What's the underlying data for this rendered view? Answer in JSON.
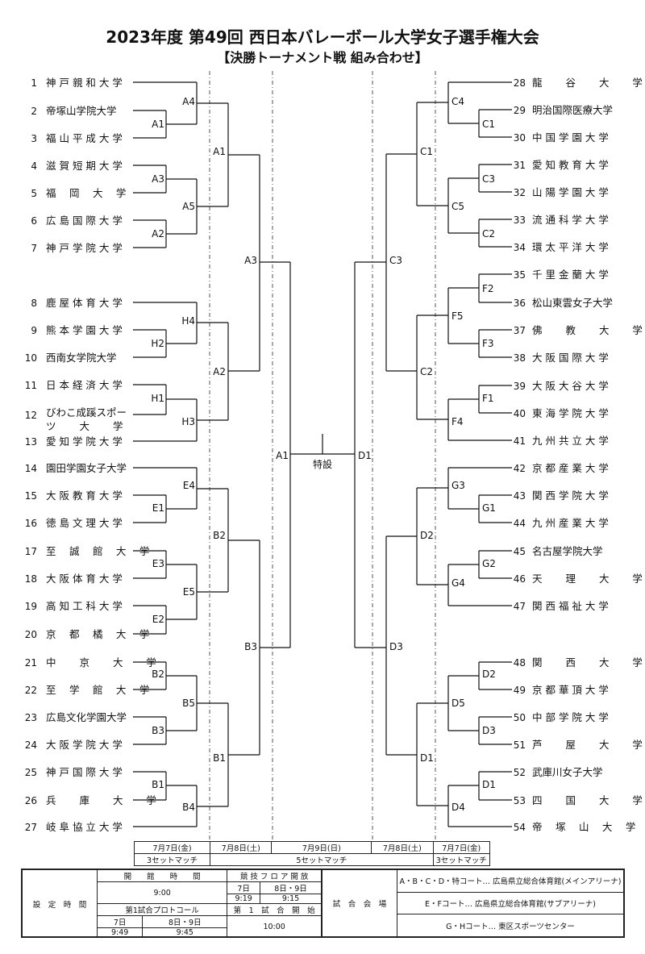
{
  "title": "2023年度 第49回 西日本バレーボール大学女子選手権大会",
  "subtitle": "【決勝トーナメント戦 組み合わせ】",
  "left_teams": [
    {
      "no": "1",
      "name": "神 戸 親 和 大 学"
    },
    {
      "no": "2",
      "name": "帝塚山学院大学"
    },
    {
      "no": "3",
      "name": "福 山 平 成 大 学"
    },
    {
      "no": "4",
      "name": "滋 賀 短 期 大 学"
    },
    {
      "no": "5",
      "name": "福　 岡　 大　 学"
    },
    {
      "no": "6",
      "name": "広 島 国 際 大 学"
    },
    {
      "no": "7",
      "name": "神 戸 学 院 大 学"
    },
    {
      "no": "8",
      "name": "鹿 屋 体 育 大 学"
    },
    {
      "no": "9",
      "name": "熊 本 学 園 大 学"
    },
    {
      "no": "10",
      "name": "西南女学院大学"
    },
    {
      "no": "11",
      "name": "日 本 経 済 大 学"
    },
    {
      "no": "12",
      "name": "びわこ成蹊スポーツ　 大　 学"
    },
    {
      "no": "13",
      "name": "愛 知 学 院 大 学"
    },
    {
      "no": "14",
      "name": "園田学園女子大学"
    },
    {
      "no": "15",
      "name": "大 阪 教 育 大 学"
    },
    {
      "no": "16",
      "name": "徳 島 文 理 大 学"
    },
    {
      "no": "17",
      "name": "至　 誠　 館　 大　 学"
    },
    {
      "no": "18",
      "name": "大 阪 体 育 大 学"
    },
    {
      "no": "19",
      "name": "高 知 工 科 大 学"
    },
    {
      "no": "20",
      "name": "京　 都　 橘　 大　 学"
    },
    {
      "no": "21",
      "name": "中　　 京　　 大　　 学"
    },
    {
      "no": "22",
      "name": "至　 学　 館　 大　 学"
    },
    {
      "no": "23",
      "name": "広島文化学園大学"
    },
    {
      "no": "24",
      "name": "大 阪 学 院 大 学"
    },
    {
      "no": "25",
      "name": "神 戸 国 際 大 学"
    },
    {
      "no": "26",
      "name": "兵　　 庫　　 大　　 学"
    },
    {
      "no": "27",
      "name": "岐 阜 協 立 大 学"
    }
  ],
  "right_teams": [
    {
      "no": "28",
      "name": "龍　　 谷　　 大　　 学"
    },
    {
      "no": "29",
      "name": "明治国際医療大学"
    },
    {
      "no": "30",
      "name": "中 国 学 園 大 学"
    },
    {
      "no": "31",
      "name": "愛 知 教 育 大 学"
    },
    {
      "no": "32",
      "name": "山 陽 学 園 大 学"
    },
    {
      "no": "33",
      "name": "流 通 科 学 大 学"
    },
    {
      "no": "34",
      "name": "環 太 平 洋 大 学"
    },
    {
      "no": "35",
      "name": "千 里 金 蘭 大 学"
    },
    {
      "no": "36",
      "name": "松山東雲女子大学"
    },
    {
      "no": "37",
      "name": "佛　　 教　　 大　　 学"
    },
    {
      "no": "38",
      "name": "大 阪 国 際 大 学"
    },
    {
      "no": "39",
      "name": "大 阪 大 谷 大 学"
    },
    {
      "no": "40",
      "name": "東 海 学 院 大 学"
    },
    {
      "no": "41",
      "name": "九 州 共 立 大 学"
    },
    {
      "no": "42",
      "name": "京 都 産 業 大 学"
    },
    {
      "no": "43",
      "name": "関 西 学 院 大 学"
    },
    {
      "no": "44",
      "name": "九 州 産 業 大 学"
    },
    {
      "no": "45",
      "name": "名古屋学院大学"
    },
    {
      "no": "46",
      "name": "天　　 理　　 大　　 学"
    },
    {
      "no": "47",
      "name": "関 西 福 祉 大 学"
    },
    {
      "no": "48",
      "name": "関　　 西　　 大　　 学"
    },
    {
      "no": "49",
      "name": "京 都 華 頂 大 学"
    },
    {
      "no": "50",
      "name": "中 部 学 院 大 学"
    },
    {
      "no": "51",
      "name": "芦　　 屋　　 大　　 学"
    },
    {
      "no": "52",
      "name": "武庫川女子大学"
    },
    {
      "no": "53",
      "name": "四　　 国　　 大　　 学"
    },
    {
      "no": "54",
      "name": "帝　 塚　 山　 大　 学"
    }
  ],
  "match_labels": {
    "A4": "A4",
    "A1r1": "A1",
    "A3": "A3",
    "A5": "A5",
    "A2r1": "A2",
    "H4": "H4",
    "H2": "H2",
    "H1": "H1",
    "H3": "H3",
    "E4": "E4",
    "E1": "E1",
    "E3": "E3",
    "E5": "E5",
    "E2": "E2",
    "B2r1": "B2",
    "B5": "B5",
    "B3r1": "B3",
    "B1r1": "B1",
    "B4": "B4",
    "A1r2": "A1",
    "A2r2": "A2",
    "B2r2": "B2",
    "B1r2": "B1",
    "A3r3": "A3",
    "B3r3": "B3",
    "A1sf": "A1",
    "C4": "C4",
    "C1r1": "C1",
    "C3r1": "C3",
    "C5": "C5",
    "C2r1": "C2",
    "F2": "F2",
    "F5": "F5",
    "F3": "F3",
    "F1": "F1",
    "F4": "F4",
    "G3": "G3",
    "G1": "G1",
    "G2": "G2",
    "G4": "G4",
    "D2r1": "D2",
    "D5": "D5",
    "D3r1": "D3",
    "D1r1": "D1",
    "D4": "D4",
    "C1r2": "C1",
    "C2r2": "C2",
    "D2r2": "D2",
    "D1r2": "D1",
    "C3r3": "C3",
    "D3r3": "D3",
    "D1sf": "D1",
    "final": "特設"
  },
  "schedule": {
    "dates": [
      "7月7日(金)",
      "7月8日(土)",
      "7月9日(日)",
      "7月8日(土)",
      "7月7日(金)"
    ],
    "format_left": "3セットマッチ",
    "format_center": "5セットマッチ",
    "format_right": "3セットマッチ"
  },
  "info": {
    "settings_label": "設　定　時　間",
    "opening_label": "開　　館　　時　　間",
    "opening_time": "9:00",
    "floor_label": "競 技 フ ロ ア 開 放",
    "floor_d1": "7日",
    "floor_d2": "8日・9日",
    "floor_t1": "9:19",
    "floor_t2": "9:15",
    "protocol_label": "第1試合プロトコール",
    "protocol_d1": "7日",
    "protocol_d2": "8日・9日",
    "protocol_t1": "9:49",
    "protocol_t2": "9:45",
    "first_match_label": "第　1　試　合　開　始",
    "first_match_time": "10:00",
    "venue_label": "試　合　会　場",
    "venue1": "A・B・C・D・特コート… 広島県立総合体育館(メインアリーナ)",
    "venue2": "E・Fコート… 広島県立総合体育館(サブアリーナ)",
    "venue3": "G・Hコート… 東区スポーツセンター"
  }
}
